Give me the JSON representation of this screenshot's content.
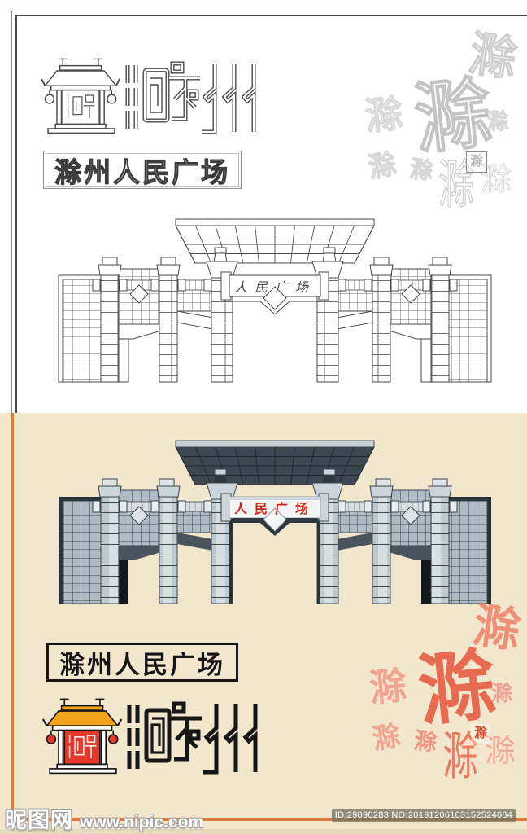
{
  "artwork": {
    "title": "滁州人民广场",
    "gate_sign": "人民广场",
    "calligraphy_char": "滁",
    "logo_icon": "temple-pavilion-logo",
    "wordmark_icon": "stylized-chuzhou-characters",
    "gate_icon": "people-square-gate"
  },
  "watermark": {
    "site_name": "昵图网",
    "site_url": "www.nipic.com",
    "id_line": "ID:29890283 NO:20191206103152524084"
  },
  "colors": {
    "cream_background": "#f2e7cd",
    "orange_frame": "#dc7a36",
    "sign_text_red": "#d8251a",
    "calligraphy_red": "#e86a50",
    "calligraphy_pink": "#f2a492",
    "roof_orange": "#f4a31c",
    "temple_body_red": "#e5372a",
    "gate_wall_gray": "#b0bcc3",
    "canopy_dark": "#3d4750",
    "line_art_stroke": "#4a4a4a"
  }
}
